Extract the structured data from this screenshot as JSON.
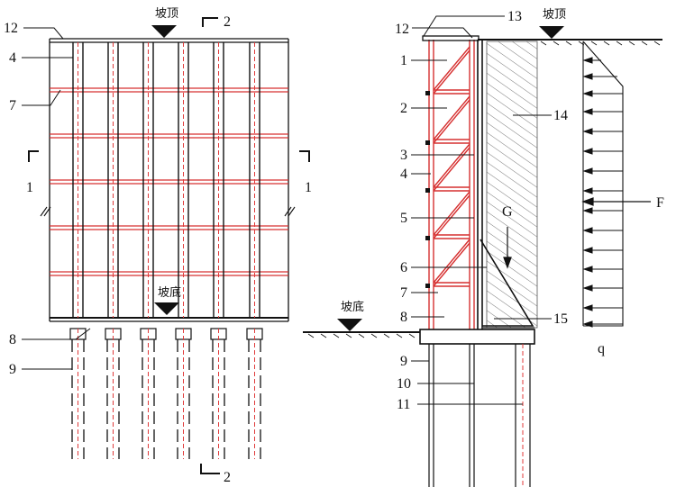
{
  "colors": {
    "line": "#111111",
    "frame": "#d63030",
    "dash_red": "#e03a3a",
    "hatch": "#6a6a6a"
  },
  "left_view": {
    "labels": {
      "top_marker": "坡顶",
      "bottom_marker": "坡底",
      "section_top": "2",
      "section_bottom": "2",
      "section_left": "1",
      "section_right": "1",
      "n12": "12",
      "n4": "4",
      "n7": "7",
      "n8": "8",
      "n9": "9"
    }
  },
  "right_view": {
    "labels": {
      "top_marker": "坡顶",
      "bottom_marker": "坡底",
      "n12": "12",
      "n13": "13",
      "n1": "1",
      "n2": "2",
      "n3": "3",
      "n4": "4",
      "n5": "5",
      "n6": "6",
      "n7": "7",
      "n8": "8",
      "n9": "9",
      "n10": "10",
      "n11": "11",
      "n14": "14",
      "n15": "15",
      "g": "G",
      "f": "F",
      "q": "q"
    }
  }
}
